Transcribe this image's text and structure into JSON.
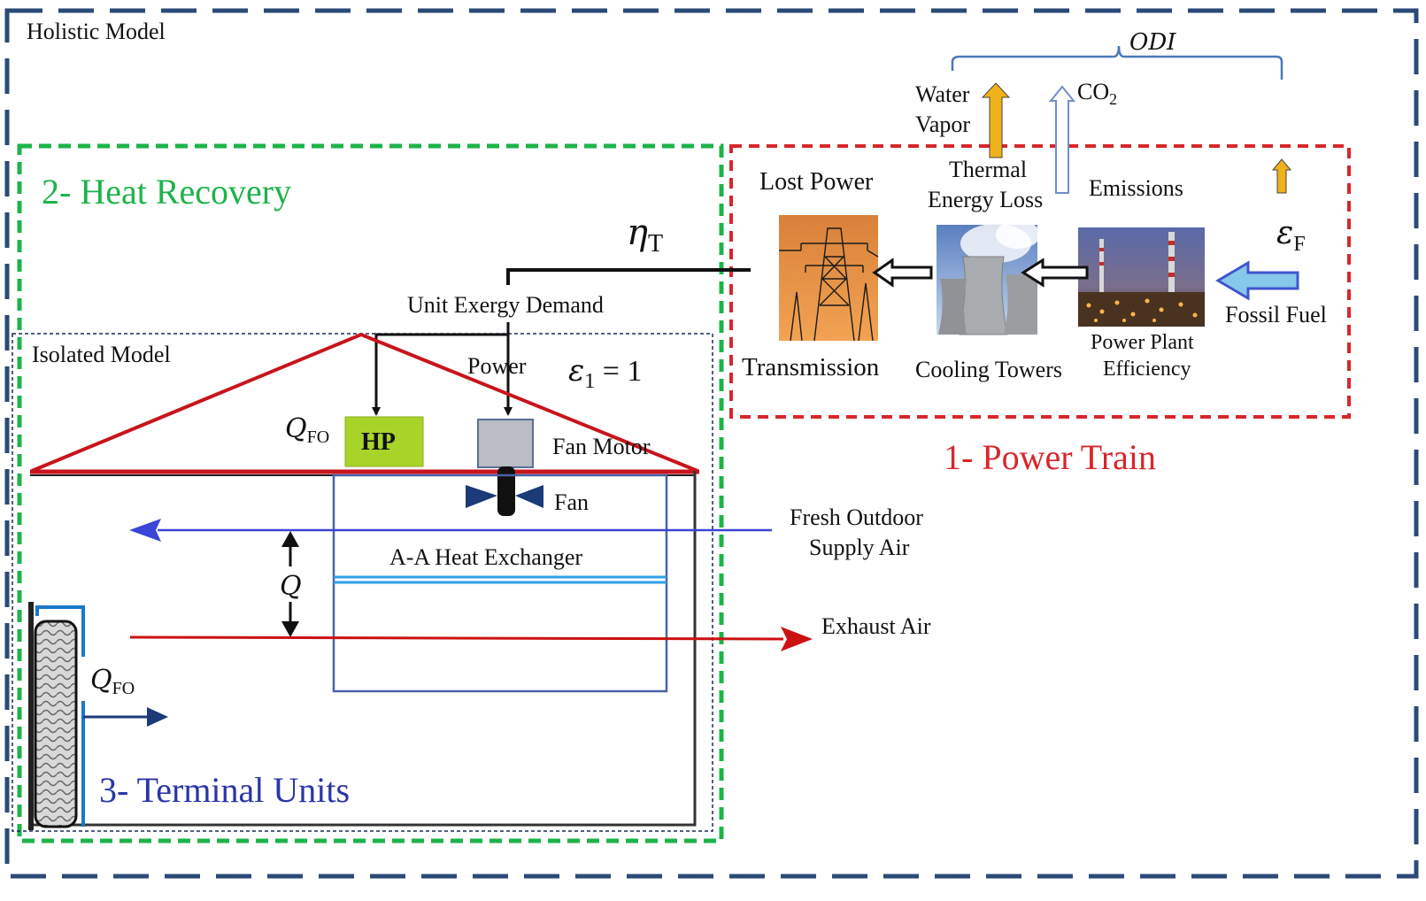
{
  "labels": {
    "holistic_model": "Holistic Model",
    "isolated_model": "Isolated Model",
    "heat_recovery": "2- Heat Recovery",
    "power_train": "1- Power Train",
    "terminal_units": "3- Terminal Units",
    "odi": "ODI",
    "water_vapor_line1": "Water",
    "water_vapor_line2": "Vapor",
    "co2_base": "CO",
    "co2_sub": "2",
    "thermal_loss_line1": "Thermal",
    "thermal_loss_line2": "Energy Loss",
    "emissions": "Emissions",
    "lost_power": "Lost Power",
    "eta_base": "η",
    "eta_sub": "T",
    "eps_f_base": "ε",
    "eps_f_sub": "F",
    "fossil_fuel": "Fossil Fuel",
    "transmission": "Transmission",
    "cooling_towers": "Cooling Towers",
    "power_plant_line1": "Power Plant",
    "power_plant_line2": "Efficiency",
    "unit_exergy_demand": "Unit Exergy Demand",
    "power": "Power",
    "eps1_base": "ε",
    "eps1_sub": "1",
    "eps1_rest": " = 1",
    "qfo_base": "Q",
    "qfo_sub": "FO",
    "hp": "HP",
    "fan_motor": "Fan Motor",
    "fan": "Fan",
    "fresh_air_line1": "Fresh Outdoor",
    "fresh_air_line2": "Supply Air",
    "heat_exchanger": "A-A Heat Exchanger",
    "q": "Q",
    "exhaust_air": "Exhaust Air",
    "qfo2_base": "Q",
    "qfo2_sub": "FO"
  },
  "colors": {
    "holistic_border": "#2b4a78",
    "heat_recovery": "#1db34a",
    "power_train": "#d9262b",
    "terminal_units": "#2a35a8",
    "roof": "#c8141c",
    "supply_arrow": "#3b45d6",
    "exhaust_arrow": "#cc1111",
    "hp_fill": "#a8d42a",
    "hx_line": "#2ea0e6",
    "water_vapor_arrow": "#f0b21a",
    "fuel_arrow": "#86c8ea",
    "fuel_arrow_stroke": "#4055d0"
  },
  "icons": {
    "transmission": "transmission-tower-icon",
    "cooling_towers": "cooling-tower-icon",
    "power_plant": "power-plant-icon"
  }
}
